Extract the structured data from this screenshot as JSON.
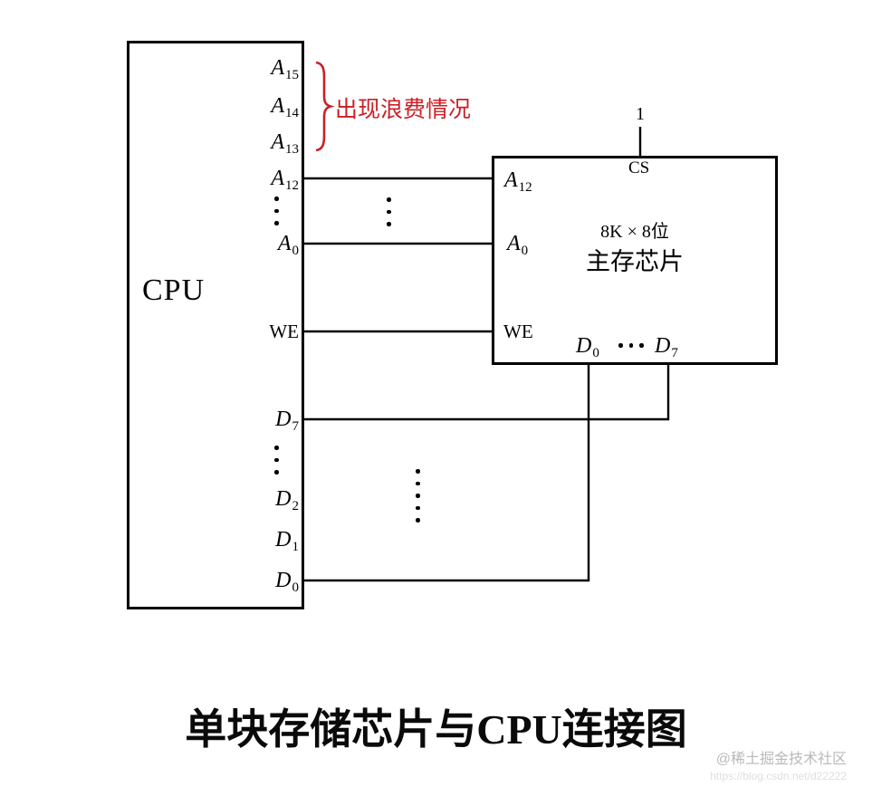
{
  "title": "单块存储芯片与CPU连接图",
  "colors": {
    "annotation_red": "#cb2026",
    "line_black": "#000000"
  },
  "icons": {
    "vertical_ellipsis": "⋮",
    "horizontal_ellipsis": "⋯",
    "brace_right": "}"
  },
  "annotation": {
    "waste_note": "出现浪费情况"
  },
  "cpu": {
    "label": "CPU",
    "pins": {
      "a15": {
        "base": "A",
        "sub": "15"
      },
      "a14": {
        "base": "A",
        "sub": "14"
      },
      "a13": {
        "base": "A",
        "sub": "13"
      },
      "a12": {
        "base": "A",
        "sub": "12"
      },
      "a0": {
        "base": "A",
        "sub": "0"
      },
      "we": "WE",
      "d7": {
        "base": "D",
        "sub": "7"
      },
      "d2": {
        "base": "D",
        "sub": "2"
      },
      "d1": {
        "base": "D",
        "sub": "1"
      },
      "d0": {
        "base": "D",
        "sub": "0"
      }
    }
  },
  "chip": {
    "name": "主存芯片",
    "capacity": "8K × 8位",
    "cs_value": "1",
    "pins": {
      "a12": {
        "base": "A",
        "sub": "12"
      },
      "a0": {
        "base": "A",
        "sub": "0"
      },
      "we": "WE",
      "cs": "CS",
      "d0": {
        "base": "D",
        "sub": "0"
      },
      "d7": {
        "base": "D",
        "sub": "7"
      }
    }
  },
  "watermark": {
    "line1": "@稀土掘金技术社区",
    "line2": "https://blog.csdn.net/d22222"
  }
}
